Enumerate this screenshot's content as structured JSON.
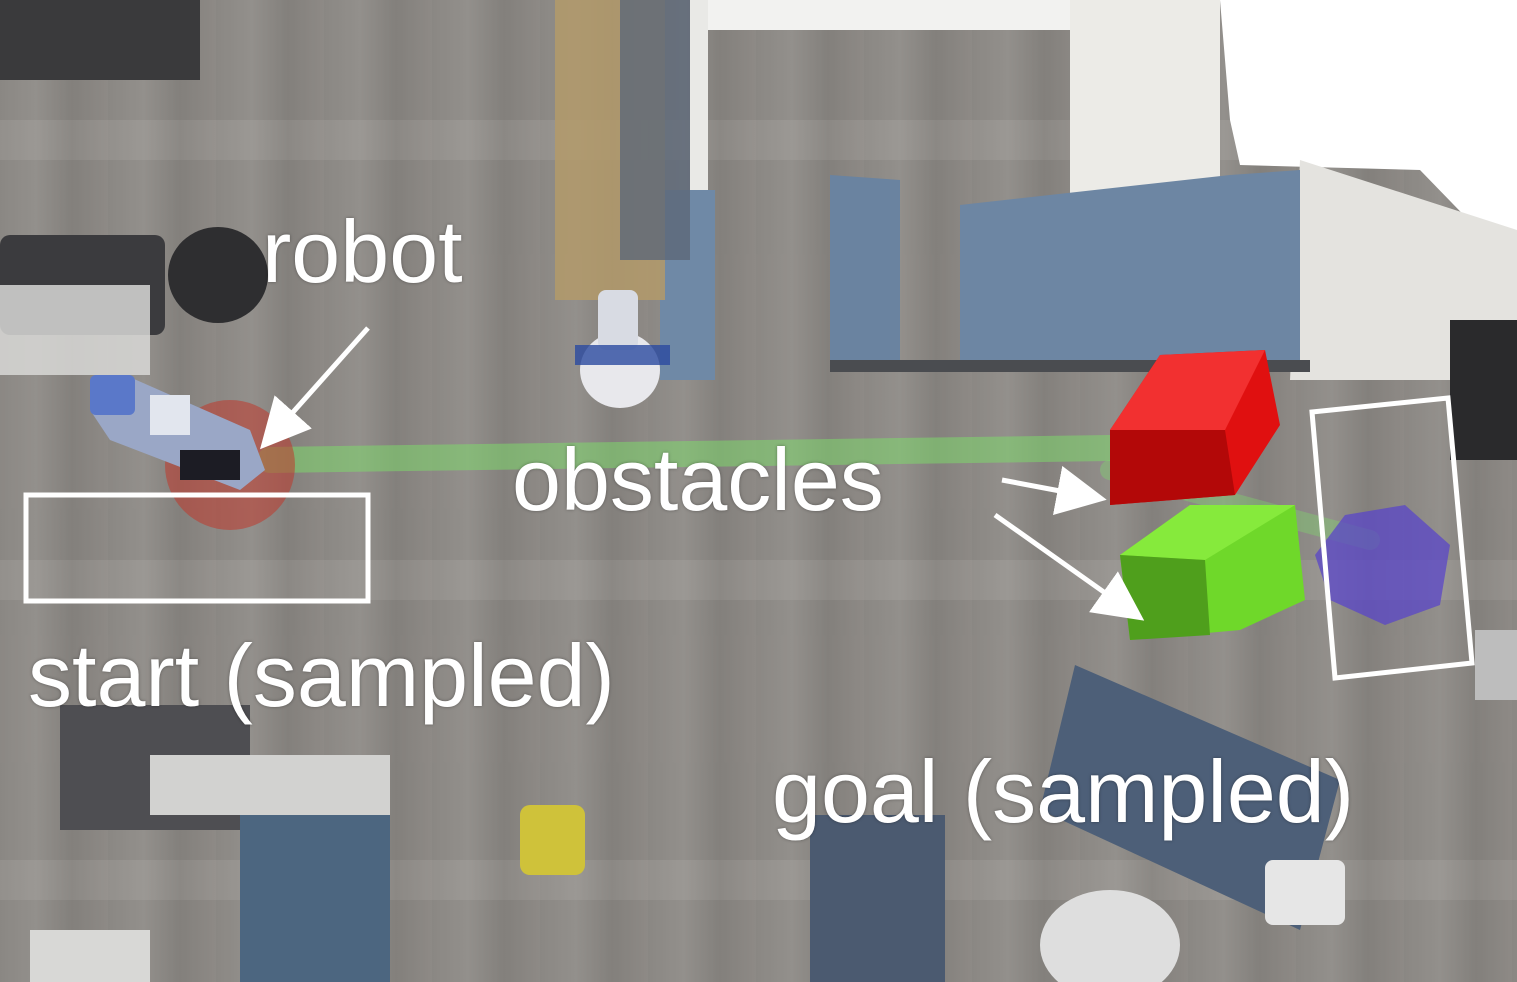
{
  "labels": {
    "robot": "robot",
    "obstacles": "obstacles",
    "start": "start (sampled)",
    "goal": "goal (sampled)"
  },
  "colors": {
    "obstacle_red": "#e01010",
    "obstacle_green": "#6fd82a",
    "goal_marker": "#5a45c8",
    "start_marker": "#c0392b",
    "path": "#7ee06a",
    "annotation": "#ffffff"
  }
}
